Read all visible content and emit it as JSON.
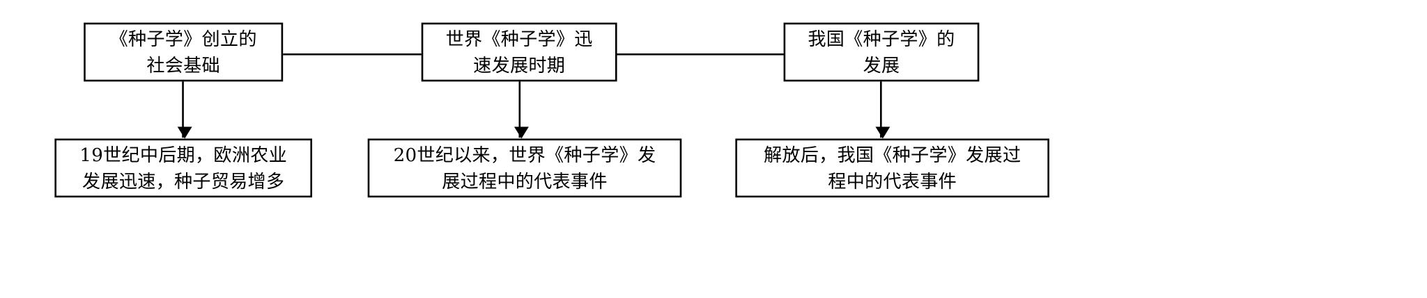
{
  "diagram": {
    "type": "flowchart",
    "orientation": "horizontal-chain-with-downward-branches",
    "background_color": "#ffffff",
    "line_color": "#000000",
    "text_color": "#000000",
    "top_nodes": [
      {
        "id": "top-0",
        "text": "《种子学》创立的\n社会基础"
      },
      {
        "id": "top-1",
        "text": "世界《种子学》迅\n速发展时期"
      },
      {
        "id": "top-2",
        "text": "我国《种子学》的\n发展"
      }
    ],
    "bottom_nodes": [
      {
        "id": "bottom-0",
        "text": "19世纪中后期，欧洲农业\n发展迅速，种子贸易增多"
      },
      {
        "id": "bottom-1",
        "text": "20世纪以来，世界《种子学》发\n展过程中的代表事件"
      },
      {
        "id": "bottom-2",
        "text": "解放后，我国《种子学》发展过\n程中的代表事件"
      }
    ],
    "connectors": [
      {
        "id": "hline-0",
        "kind": "line",
        "from": "top-0",
        "to": "top-1"
      },
      {
        "id": "hline-1",
        "kind": "line",
        "from": "top-1",
        "to": "top-2"
      },
      {
        "id": "arrow-0",
        "kind": "arrow",
        "from": "top-0",
        "to": "bottom-0"
      },
      {
        "id": "arrow-1",
        "kind": "arrow",
        "from": "top-1",
        "to": "bottom-1"
      },
      {
        "id": "arrow-2",
        "kind": "arrow",
        "from": "top-2",
        "to": "bottom-2"
      }
    ]
  }
}
